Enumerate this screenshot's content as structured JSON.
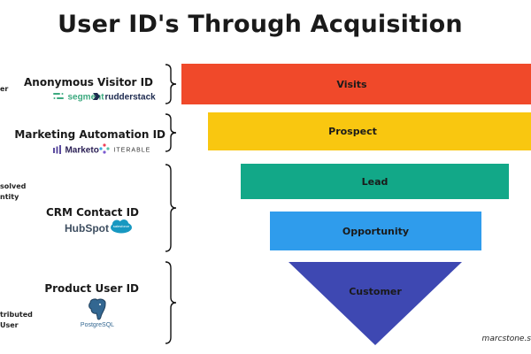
{
  "title": "User ID's Through Acquisition",
  "left_edge_text": [
    "er",
    "solved",
    "ntity",
    "tributed",
    "User"
  ],
  "systems": [
    {
      "label": "Anonymous Visitor ID",
      "logos": [
        "segment",
        "rudderstack"
      ]
    },
    {
      "label": "Marketing Automation ID",
      "logos": [
        "Marketo",
        "ITERABLE"
      ]
    },
    {
      "label": "CRM Contact ID",
      "logos": [
        "HubSpot",
        "salesforce"
      ]
    },
    {
      "label": "Product User ID",
      "logos": [
        "PostgreSQL"
      ]
    }
  ],
  "stages": [
    "Visits",
    "Prospect",
    "Lead",
    "Opportunity",
    "Customer"
  ],
  "colors": {
    "visits": "#f0492a",
    "prospect": "#f9c710",
    "lead": "#12a888",
    "opportunity": "#2f9cec",
    "customer": "#3e48b2",
    "segment_green": "#3ca97f",
    "rudderstack_navy": "#1d2a4f",
    "marketo_purple": "#5c4c9f",
    "hubspot_orange": "#f57f3d",
    "salesforce_blue": "#1798c1",
    "postgres_blue": "#336791"
  },
  "footer": "marcstone.s"
}
